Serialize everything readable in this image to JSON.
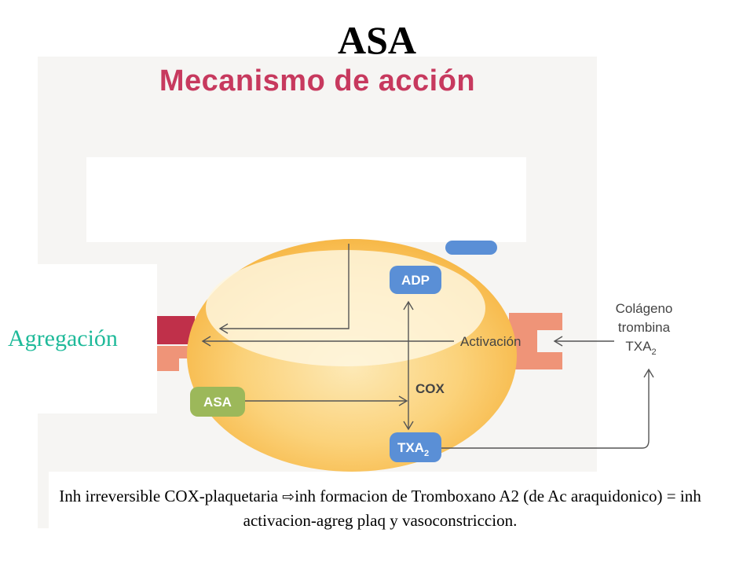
{
  "slide": {
    "title": "ASA",
    "subtitle": "Mecanismo de acción"
  },
  "diagram": {
    "left_label": "Agregación",
    "adp": "ADP",
    "asa": "ASA",
    "txa2_main": "TXA",
    "txa2_sub": "2",
    "cox": "COX",
    "activacion": "Activación",
    "agonists": {
      "line1": "Colágeno",
      "line2": "trombina",
      "line3_main": "TXA",
      "line3_sub": "2"
    }
  },
  "caption": {
    "part1": "Inh irreversible COX-plaquetaria ",
    "arrow": "⇨",
    "part2": "inh formacion de Tromboxano A2 (de Ac araquidonico) = inh activacion-agreg plaq y vasoconstriccion."
  },
  "colors": {
    "subtitle": "#c7395e",
    "agregacion": "#1fba9a",
    "pill_blue": "#5a8fd6",
    "pill_green": "#9cb85a",
    "receptor_red": "#c0304a",
    "receptor_salmon": "#ef9478",
    "cell_fill": "#f9c14d"
  }
}
